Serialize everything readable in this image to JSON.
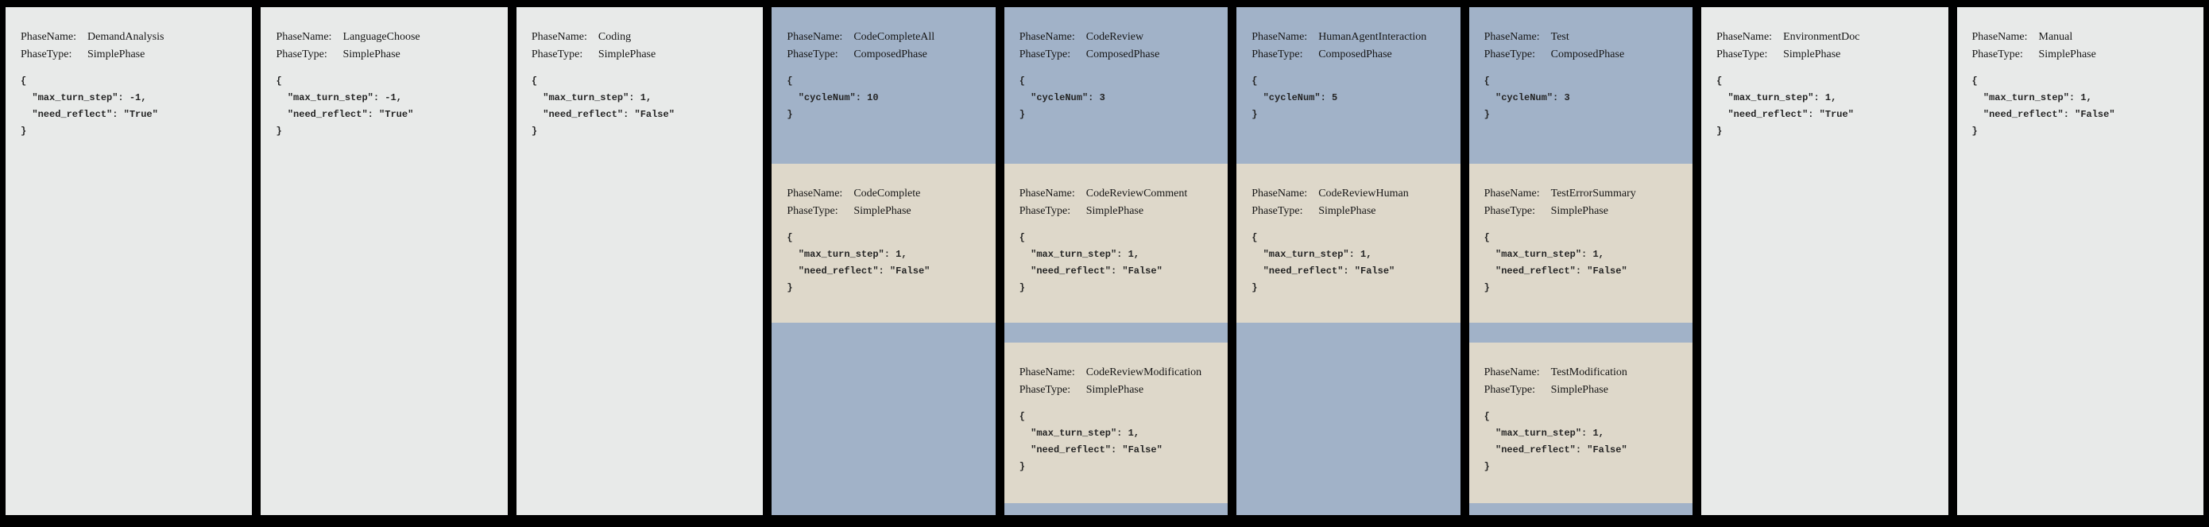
{
  "labels": {
    "phase_name": "PhaseName:",
    "phase_type": "PhaseType:"
  },
  "colors": {
    "canvas": "#000000",
    "simple_phase_bg": "#e8eae9",
    "composed_phase_bg": "#a1b2c8",
    "subphase_bg": "#ded8ca"
  },
  "columns": [
    {
      "name": "DemandAnalysis",
      "type": "SimplePhase",
      "config": "{\n  \"max_turn_step\": -1,\n  \"need_reflect\": \"True\"\n}"
    },
    {
      "name": "LanguageChoose",
      "type": "SimplePhase",
      "config": "{\n  \"max_turn_step\": -1,\n  \"need_reflect\": \"True\"\n}"
    },
    {
      "name": "Coding",
      "type": "SimplePhase",
      "config": "{\n  \"max_turn_step\": 1,\n  \"need_reflect\": \"False\"\n}"
    },
    {
      "name": "CodeCompleteAll",
      "type": "ComposedPhase",
      "config": "{\n  \"cycleNum\": 10\n}",
      "children": [
        {
          "name": "CodeComplete",
          "type": "SimplePhase",
          "config": "{\n  \"max_turn_step\": 1,\n  \"need_reflect\": \"False\"\n}"
        }
      ]
    },
    {
      "name": "CodeReview",
      "type": "ComposedPhase",
      "config": "{\n  \"cycleNum\": 3\n}",
      "children": [
        {
          "name": "CodeReviewComment",
          "type": "SimplePhase",
          "config": "{\n  \"max_turn_step\": 1,\n  \"need_reflect\": \"False\"\n}"
        },
        {
          "name": "CodeReviewModification",
          "type": "SimplePhase",
          "config": "{\n  \"max_turn_step\": 1,\n  \"need_reflect\": \"False\"\n}"
        }
      ]
    },
    {
      "name": "HumanAgentInteraction",
      "type": "ComposedPhase",
      "config": "{\n  \"cycleNum\": 5\n}",
      "children": [
        {
          "name": "CodeReviewHuman",
          "type": "SimplePhase",
          "config": "{\n  \"max_turn_step\": 1,\n  \"need_reflect\": \"False\"\n}"
        }
      ]
    },
    {
      "name": "Test",
      "type": "ComposedPhase",
      "config": "{\n  \"cycleNum\": 3\n}",
      "children": [
        {
          "name": "TestErrorSummary",
          "type": "SimplePhase",
          "config": "{\n  \"max_turn_step\": 1,\n  \"need_reflect\": \"False\"\n}"
        },
        {
          "name": "TestModification",
          "type": "SimplePhase",
          "config": "{\n  \"max_turn_step\": 1,\n  \"need_reflect\": \"False\"\n}"
        }
      ]
    },
    {
      "name": "EnvironmentDoc",
      "type": "SimplePhase",
      "config": "{\n  \"max_turn_step\": 1,\n  \"need_reflect\": \"True\"\n}"
    },
    {
      "name": "Manual",
      "type": "SimplePhase",
      "config": "{\n  \"max_turn_step\": 1,\n  \"need_reflect\": \"False\"\n}"
    }
  ]
}
